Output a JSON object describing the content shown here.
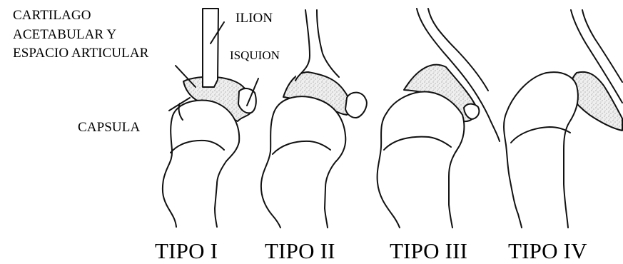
{
  "labels": {
    "cartilage_line1": "CARTILAGO",
    "cartilage_line2": "ACETABULAR Y",
    "cartilage_line3": "ESPACIO ARTICULAR",
    "ilion": "ILION",
    "isquion": "ISQUION",
    "capsula": "CAPSULA"
  },
  "panels": [
    {
      "type_label": "TIPO I"
    },
    {
      "type_label": "TIPO II"
    },
    {
      "type_label": "TIPO III"
    },
    {
      "type_label": "TIPO IV"
    }
  ],
  "colors": {
    "line": "#111111",
    "cartilage_fill": "#efefef",
    "stipple": "#4a4a4a",
    "background": "#ffffff"
  }
}
